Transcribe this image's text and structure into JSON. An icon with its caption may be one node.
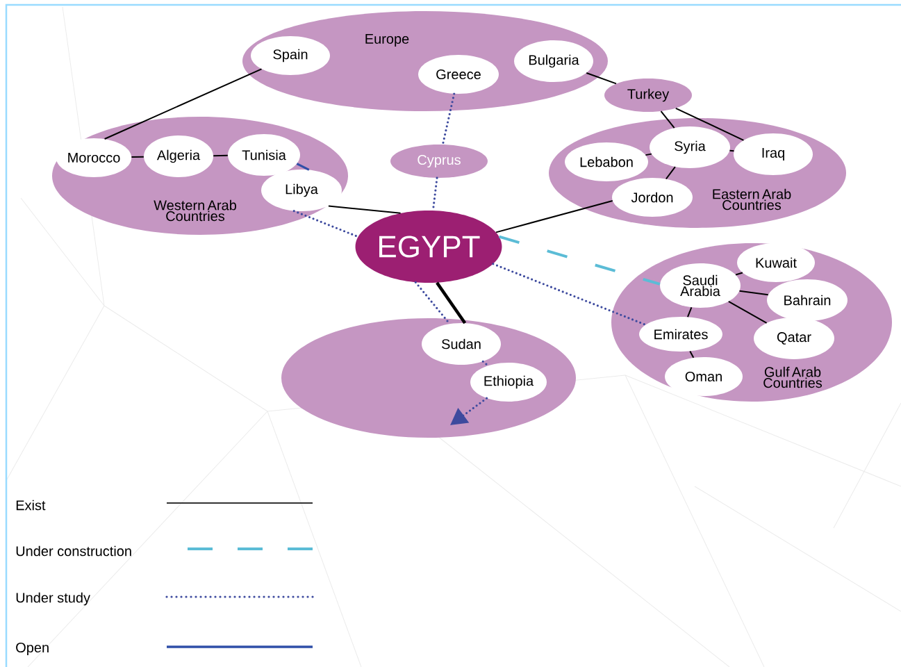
{
  "diagram": {
    "nodes": [
      {
        "text": [
          "Europe"
        ]
      },
      {
        "text": [
          "Spain"
        ],
        "in": 0
      },
      {
        "text": [
          "Greece"
        ],
        "in": 0
      },
      {
        "text": [
          "Bulgaria"
        ],
        "in": 0
      },
      {
        "text": [
          "Turkey"
        ]
      },
      {
        "text": [
          "Western Arab Countries"
        ]
      },
      {
        "text": [
          "Morocco"
        ],
        "in": 5
      },
      {
        "text": [
          "Algeria"
        ],
        "in": 5
      },
      {
        "text": [
          "Tunisia"
        ],
        "in": 5
      },
      {
        "text": [
          "Libya"
        ],
        "in": 5
      },
      {
        "text": [
          "Cyprus"
        ]
      },
      {
        "text": [
          "EGYPT"
        ]
      },
      {
        "text": [
          "Eastern Arab Countries"
        ]
      },
      {
        "text": [
          "Lebabon"
        ],
        "in": 12
      },
      {
        "text": [
          "Syria"
        ],
        "in": 12
      },
      {
        "text": [
          "Iraq"
        ],
        "in": 12
      },
      {
        "text": [
          "Jordon"
        ],
        "in": 12
      },
      {
        "text": [
          "Gulf Arab Countries"
        ]
      },
      {
        "text": [
          "Kuwait"
        ],
        "in": 17
      },
      {
        "text": [
          "Saudi Arabia"
        ],
        "in": 17
      },
      {
        "text": [
          "Bahrain"
        ],
        "in": 17
      },
      {
        "text": [
          "Qatar"
        ],
        "in": 17
      },
      {
        "text": [
          "Emirates"
        ],
        "in": 17
      },
      {
        "text": [
          "Oman"
        ],
        "in": 17
      },
      {
        "text": [],
        "shape": "oval"
      },
      {
        "text": [
          "Sudan"
        ],
        "in": 24
      },
      {
        "text": [
          "Ethiopia"
        ],
        "in": 24
      }
    ],
    "edges": [
      {
        "from": 1,
        "to": 6,
        "arrow": "none"
      },
      {
        "from": 3,
        "to": 4,
        "arrow": "none"
      },
      {
        "from": 2,
        "to": 10,
        "arrow": "none",
        "style": "dashed",
        "color": "#3d4a9e"
      },
      {
        "from": 10,
        "to": 11,
        "arrow": "none",
        "style": "dashed",
        "color": "#3d4a9e"
      },
      {
        "from": 6,
        "to": 7,
        "arrow": "none"
      },
      {
        "from": 7,
        "to": 8,
        "arrow": "none"
      },
      {
        "from": 8,
        "to": 9,
        "arrow": "none",
        "color": "#2f4fa8"
      },
      {
        "from": 9,
        "to": 11,
        "arrow": "none"
      },
      {
        "from": 9,
        "to": 11,
        "arrow": "none",
        "style": "dashed",
        "color": "#3d4a9e"
      },
      {
        "from": 4,
        "to": 14,
        "arrow": "none"
      },
      {
        "from": 4,
        "to": 15,
        "arrow": "none"
      },
      {
        "from": 14,
        "to": 13,
        "arrow": "none"
      },
      {
        "from": 14,
        "to": 15,
        "arrow": "none"
      },
      {
        "from": 14,
        "to": 16,
        "arrow": "none"
      },
      {
        "from": 16,
        "to": 11,
        "arrow": "none"
      },
      {
        "from": 11,
        "to": 19,
        "arrow": "none",
        "style": "dashed",
        "color": "#5bbcd6"
      },
      {
        "from": 11,
        "to": 22,
        "arrow": "none",
        "style": "dashed",
        "color": "#3d4a9e"
      },
      {
        "from": 19,
        "to": 18,
        "arrow": "none"
      },
      {
        "from": 19,
        "to": 20,
        "arrow": "none"
      },
      {
        "from": 19,
        "to": 21,
        "arrow": "none"
      },
      {
        "from": 19,
        "to": 22,
        "arrow": "none"
      },
      {
        "from": 22,
        "to": 23,
        "arrow": "none"
      },
      {
        "from": 11,
        "to": 25,
        "arrow": "none",
        "style": "thick"
      },
      {
        "from": 11,
        "to": 25,
        "arrow": "none",
        "style": "dashed",
        "color": "#3d4a9e"
      },
      {
        "from": 25,
        "to": 26,
        "arrow": "none",
        "style": "dashed",
        "color": "#3d4a9e"
      },
      {
        "from": 26,
        "to": null,
        "arrow": "to",
        "style": "dashed",
        "color": "#3d4a9e"
      }
    ],
    "legend": [
      {
        "text": "Exist"
      },
      {
        "text": "Under construction"
      },
      {
        "text": "Under study"
      },
      {
        "text": "Open"
      }
    ]
  }
}
